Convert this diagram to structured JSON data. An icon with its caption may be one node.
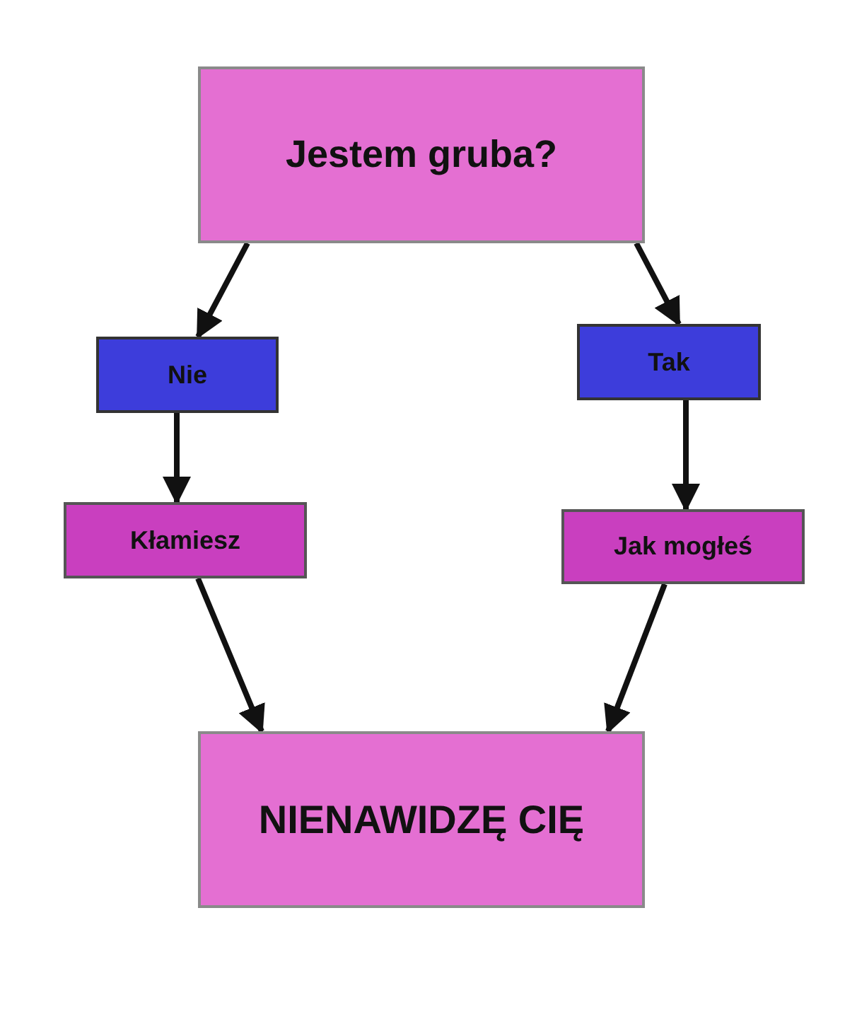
{
  "diagram": {
    "nodes": [
      {
        "text": [
          "Jestem gruba?"
        ]
      },
      {
        "text": [
          "Nie"
        ]
      },
      {
        "text": [
          "Tak"
        ]
      },
      {
        "text": [
          "Kłamiesz"
        ]
      },
      {
        "text": [
          "Jak mogłeś"
        ]
      },
      {
        "text": [
          "NIENAWIDZĘ CIĘ"
        ]
      }
    ],
    "edges": [
      {
        "from": 0,
        "to": 1,
        "arrow": "to"
      },
      {
        "from": 0,
        "to": 2,
        "arrow": "to"
      },
      {
        "from": 1,
        "to": 3,
        "arrow": "to"
      },
      {
        "from": 2,
        "to": 4,
        "arrow": "to"
      },
      {
        "from": 3,
        "to": 5,
        "arrow": "to"
      },
      {
        "from": 4,
        "to": 5,
        "arrow": "to"
      }
    ]
  }
}
